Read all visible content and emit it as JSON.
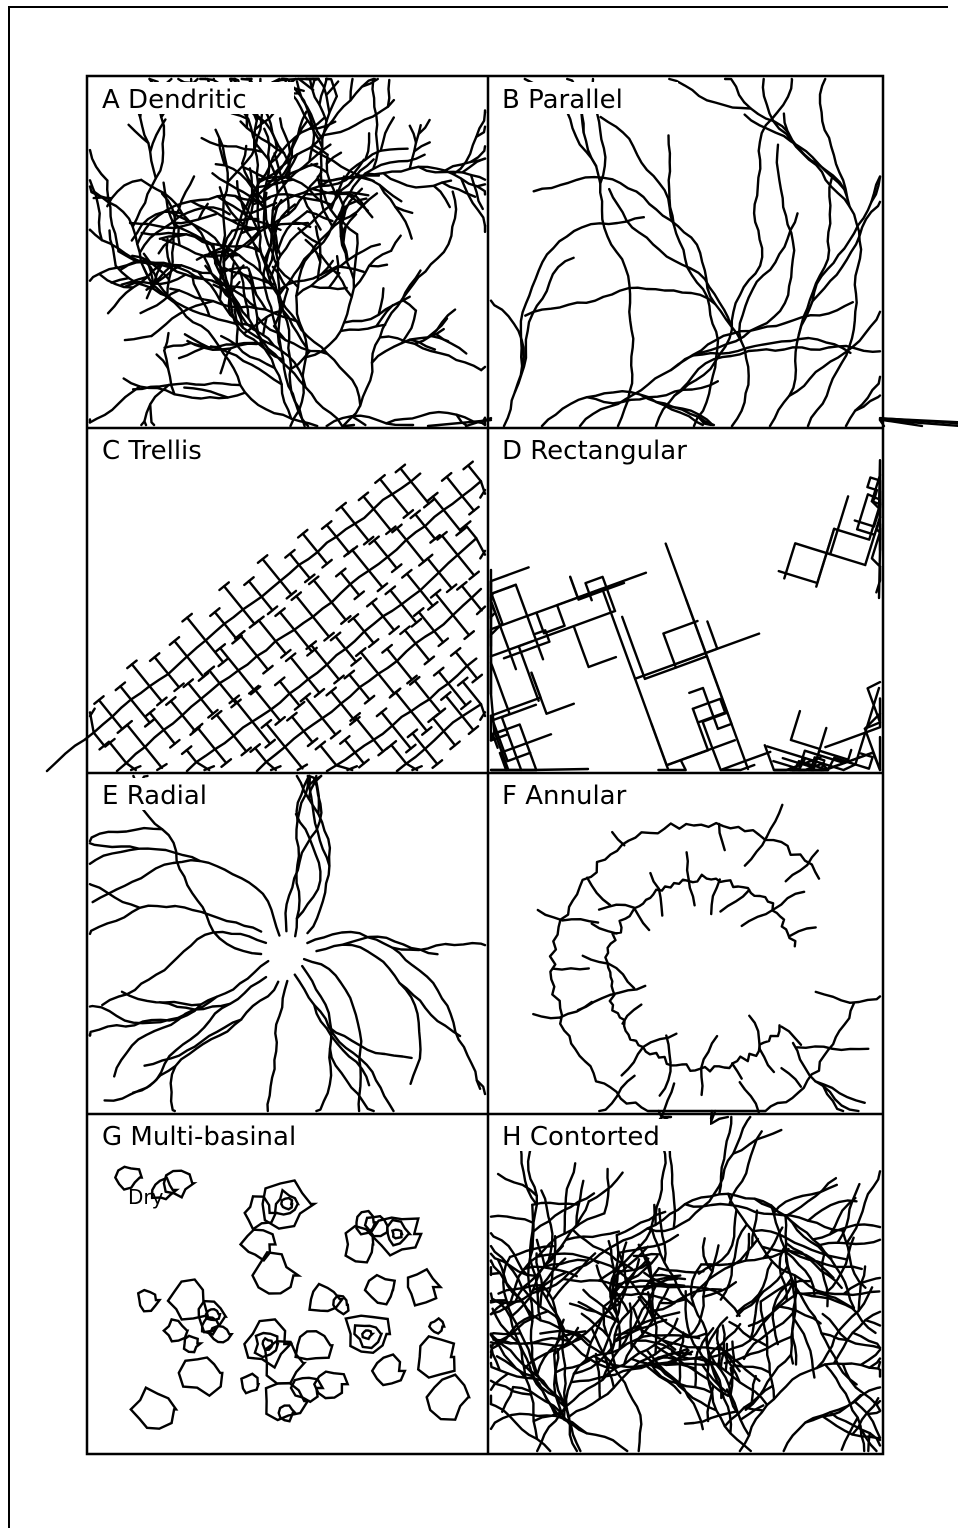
{
  "panels": [
    {
      "id": "A",
      "label": "A Dendritic",
      "pattern": "dendritic"
    },
    {
      "id": "B",
      "label": "B Parallel",
      "pattern": "parallel"
    },
    {
      "id": "C",
      "label": "C Trellis",
      "pattern": "trellis"
    },
    {
      "id": "D",
      "label": "D Rectangular",
      "pattern": "rectangular"
    },
    {
      "id": "E",
      "label": "E Radial",
      "pattern": "radial"
    },
    {
      "id": "F",
      "label": "F Annular",
      "pattern": "annular"
    },
    {
      "id": "G",
      "label": "G Multi-basinal",
      "pattern": "multi-basinal",
      "annotation": "Dry"
    },
    {
      "id": "H",
      "label": "H Contorted",
      "pattern": "contorted"
    }
  ],
  "colors": {
    "line": "#000000",
    "background": "#ffffff"
  }
}
